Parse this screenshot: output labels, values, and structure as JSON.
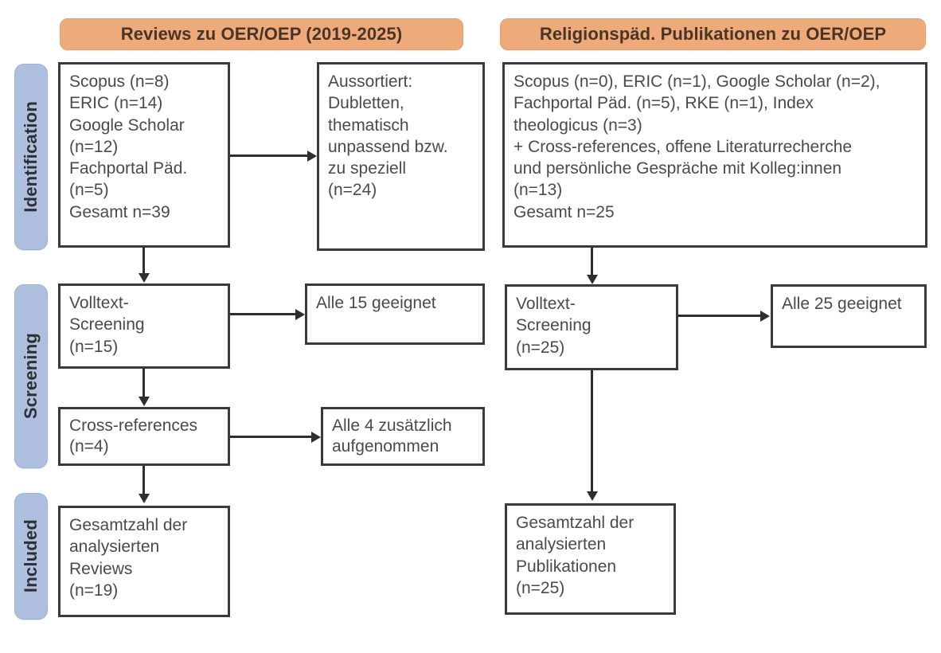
{
  "figure": {
    "type": "prisma-flow-diagram",
    "columns": 2
  },
  "stages": [
    {
      "id": "identification",
      "label": "Identification"
    },
    {
      "id": "screening",
      "label": "Screening"
    },
    {
      "id": "included",
      "label": "Included"
    }
  ],
  "columns": {
    "left": {
      "header": "Reviews zu OER/OEP (2019-2025)",
      "boxes": {
        "sources": "Scopus (n=8)\nERIC (n=14)\nGoogle Scholar\n(n=12)\nFachportal Päd.\n(n=5)\nGesamt n=39",
        "excluded": "Aussortiert:\nDubletten,\nthematisch\nunpassend bzw.\nzu speziell\n(n=24)",
        "fulltext": "Volltext-\nScreening\n(n=15)",
        "fulltext_result": "Alle 15 geeignet",
        "crossrefs": "Cross-references\n(n=4)",
        "crossrefs_result": "Alle 4 zusätzlich\naufgenommen",
        "included": "Gesamtzahl der\nanalysierten\nReviews\n(n=19)"
      }
    },
    "right": {
      "header": "Religionspäd. Publikationen zu OER/OEP",
      "boxes": {
        "sources": "Scopus (n=0), ERIC (n=1), Google Scholar (n=2),\nFachportal Päd. (n=5), RKE (n=1), Index\ntheologicus (n=3)\n+ Cross-references, offene Literaturrecherche\nund persönliche Gespräche mit Kolleg:innen\n(n=13)\nGesamt n=25",
        "fulltext": "Volltext-\nScreening\n(n=25)",
        "fulltext_result": "Alle 25 geeignet",
        "included": "Gesamtzahl der\nanalysierten\nPublikationen\n(n=25)"
      }
    }
  },
  "colors": {
    "header_pill": "#eeab79",
    "stage_pill": "#aebfdf",
    "box_border": "#3a3a3a",
    "connector": "#2e2e2e",
    "text": "#4a4a4a",
    "background": "#ffffff"
  }
}
